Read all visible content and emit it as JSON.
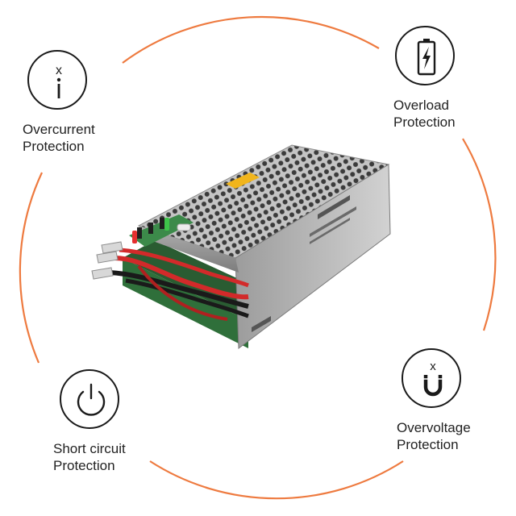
{
  "features": [
    {
      "id": "overcurrent",
      "icon": "overcurrent-icon",
      "line1": "Overcurrent",
      "line2": "Protection"
    },
    {
      "id": "overload",
      "icon": "battery-icon",
      "line1": "Overload",
      "line2": "Protection"
    },
    {
      "id": "short",
      "icon": "power-icon",
      "line1": "Short circuit",
      "line2": "Protection"
    },
    {
      "id": "overvoltage",
      "icon": "magnet-icon",
      "line1": "Overvoltage",
      "line2": "Protection"
    }
  ],
  "colors": {
    "ring": "#ee7a3f",
    "icon": "#1a1a1a",
    "metal": "#b9b9b9",
    "pcb": "#2f6f3a",
    "wire_red": "#d22a2a",
    "wire_black": "#1a1a1a",
    "label_tag": "#f1b51c"
  },
  "product": {
    "name": "power-supply-unit-image"
  }
}
